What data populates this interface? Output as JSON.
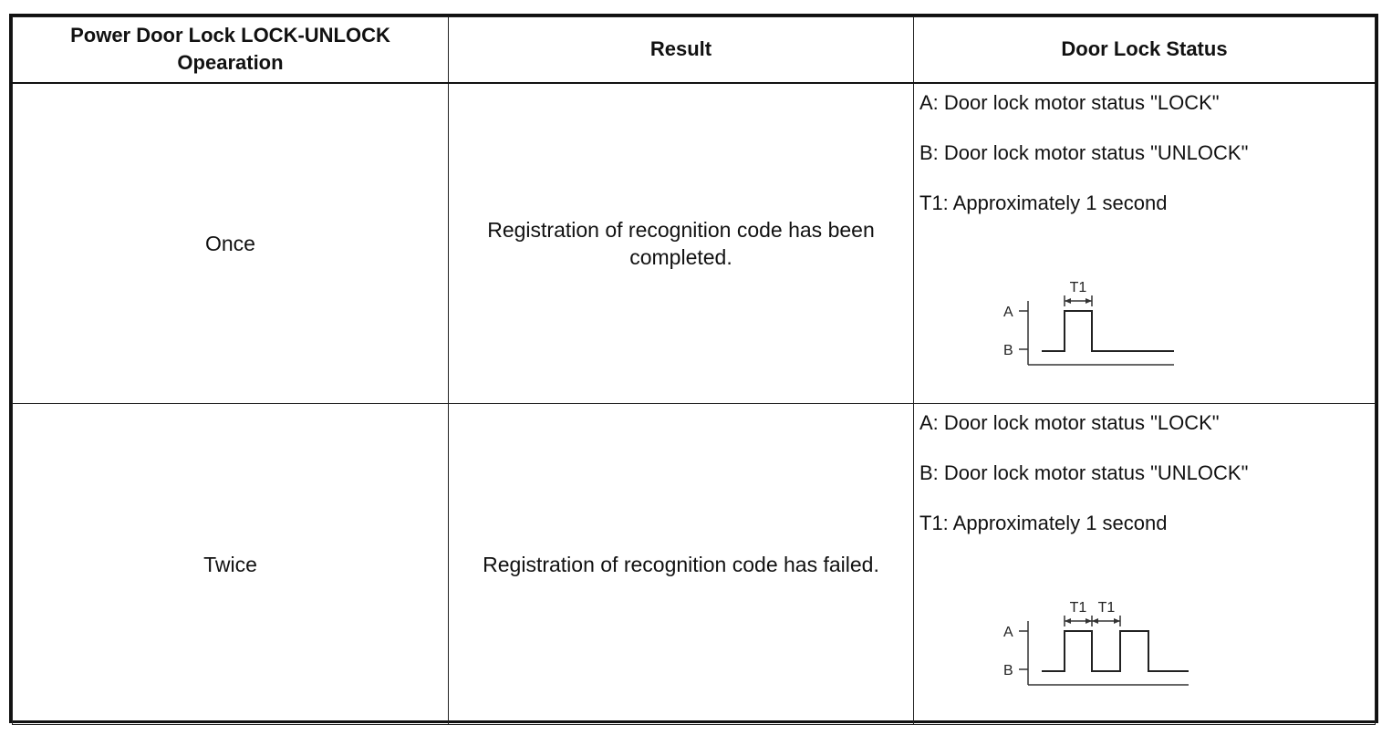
{
  "table": {
    "headers": [
      "Power Door Lock LOCK-UNLOCK Opearation",
      "Result",
      "Door Lock Status"
    ],
    "header_line1": "Power Door Lock LOCK-UNLOCK",
    "header_line2": "Opearation",
    "rows": [
      {
        "operation": "Once",
        "result": "Registration of recognition code has been completed.",
        "result_line1": "Registration of recognition code has been",
        "result_line2": "completed.",
        "status": {
          "a": "A: Door lock motor status \"LOCK\"",
          "b": "B: Door lock motor status \"UNLOCK\"",
          "t1": "T1: Approximately 1 second"
        },
        "diagram": {
          "label_a": "A",
          "label_b": "B",
          "label_t1": "T1",
          "pulses": 1
        }
      },
      {
        "operation": "Twice",
        "result": "Registration of recognition code has failed.",
        "status": {
          "a": "A: Door lock motor status \"LOCK\"",
          "b": "B: Door lock motor status \"UNLOCK\"",
          "t1": "T1: Approximately 1 second"
        },
        "diagram": {
          "label_a": "A",
          "label_b": "B",
          "label_t1_first": "T1",
          "label_t1_second": "T1",
          "pulses": 2
        }
      }
    ]
  }
}
